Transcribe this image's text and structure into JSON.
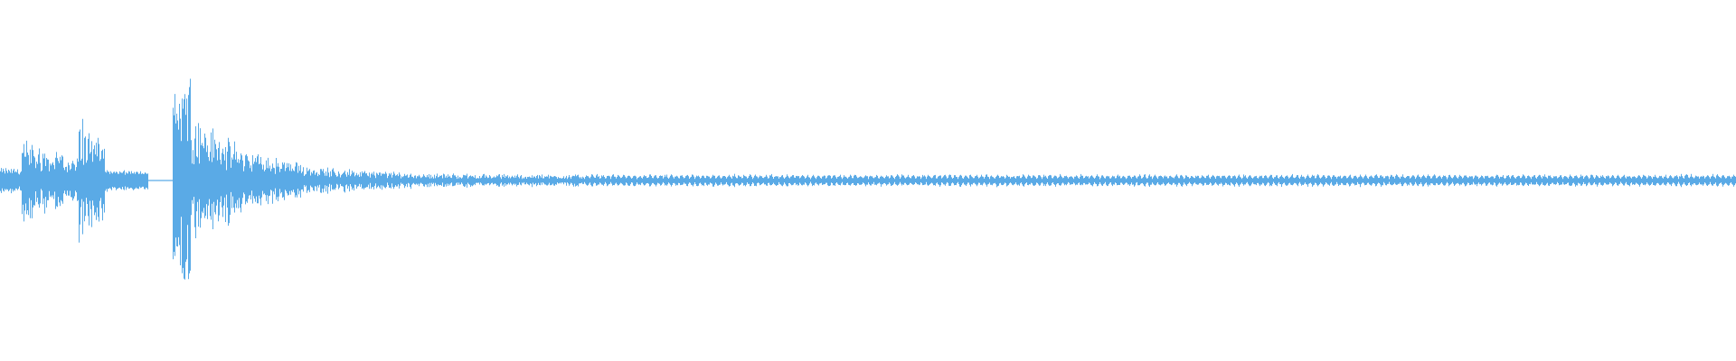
{
  "waveform": {
    "color": "#5aaae6",
    "background": "#ffffff",
    "description_icon": "audio-waveform",
    "envelope": {
      "segments": [
        {
          "name": "onset-noise",
          "from": 0.0,
          "to": 0.085,
          "amplitude": 0.22
        },
        {
          "name": "burst-1",
          "from": 0.012,
          "to": 0.085,
          "amplitude": 0.46
        },
        {
          "name": "burst-2-peak",
          "from": 0.045,
          "to": 0.06,
          "amplitude": 0.63
        },
        {
          "name": "decay-1",
          "from": 0.06,
          "to": 0.085,
          "amplitude": 0.14
        },
        {
          "name": "gap",
          "from": 0.085,
          "to": 0.099,
          "amplitude": 0.005
        },
        {
          "name": "main-hit",
          "from": 0.099,
          "to": 0.105,
          "amplitude": 1.0
        },
        {
          "name": "main-decay",
          "from": 0.105,
          "to": 0.335,
          "amplitude": 0.62
        },
        {
          "name": "sustain-tail",
          "from": 0.335,
          "to": 1.0,
          "amplitude": 0.05
        }
      ],
      "tail_pulse_rate_per_width": 330
    }
  }
}
